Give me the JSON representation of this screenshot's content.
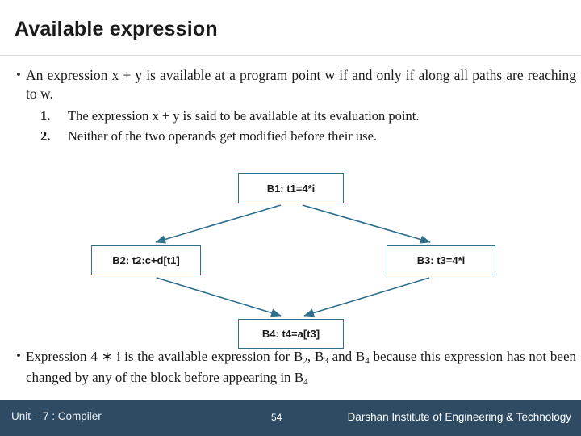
{
  "slide": {
    "title": "Available expression",
    "bullets": [
      {
        "marker": "•",
        "text": "An expression x + y is available at a program point w if and only if along all paths are reaching to w.",
        "sub_items": [
          {
            "num": "1.",
            "text": "The expression x + y is said to be available at its evaluation point."
          },
          {
            "num": "2.",
            "text": "Neither of the two operands get modified before their use."
          }
        ]
      }
    ],
    "closing": {
      "marker": "•",
      "text_part1": "Expression 4 ∗ i is the available expression for B",
      "sub1": "2",
      "text_part2": ", B",
      "sub2": "3",
      "text_part3": " and B",
      "sub3": "4",
      "text_part4": " because this expression has not been changed by any of the block before appearing in B",
      "sub4": "4."
    }
  },
  "flowchart": {
    "accent_color": "#2e6f8e",
    "nodes": [
      {
        "id": "b1",
        "label": "B1: t1=4*i"
      },
      {
        "id": "b2",
        "label": "B2: t2:c+d[t1]"
      },
      {
        "id": "b3",
        "label": "B3: t3=4*i"
      },
      {
        "id": "b4",
        "label": "B4: t4=a[t3]"
      }
    ],
    "edges": [
      {
        "from": "b1",
        "to": "b2"
      },
      {
        "from": "b1",
        "to": "b3"
      },
      {
        "from": "b2",
        "to": "b4"
      },
      {
        "from": "b3",
        "to": "b4"
      }
    ]
  },
  "footer": {
    "left": "Unit – 7 : Compiler",
    "page": "54",
    "right": "Darshan Institute of Engineering & Technology",
    "background": "#2e4b63"
  }
}
